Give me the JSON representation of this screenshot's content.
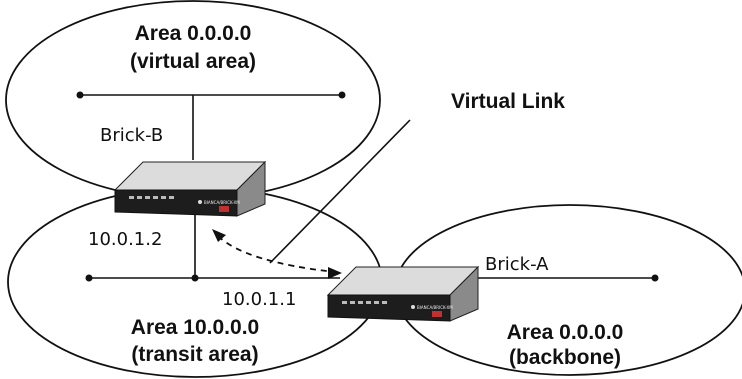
{
  "areas": {
    "top": {
      "title": "Area 0.0.0.0",
      "subtitle": "(virtual area)"
    },
    "left": {
      "title": "Area 10.0.0.0",
      "subtitle": "(transit area)"
    },
    "right": {
      "title": "Area 0.0.0.0",
      "subtitle": "(backbone)"
    }
  },
  "routers": {
    "b": {
      "name": "Brick-B",
      "ip": "10.0.1.2",
      "brand": "BIANCA/BRICK-XM"
    },
    "a": {
      "name": "Brick-A",
      "ip": "10.0.1.1",
      "brand": "BIANCA/BRICK-XM"
    }
  },
  "virtual_link_label": "Virtual Link"
}
